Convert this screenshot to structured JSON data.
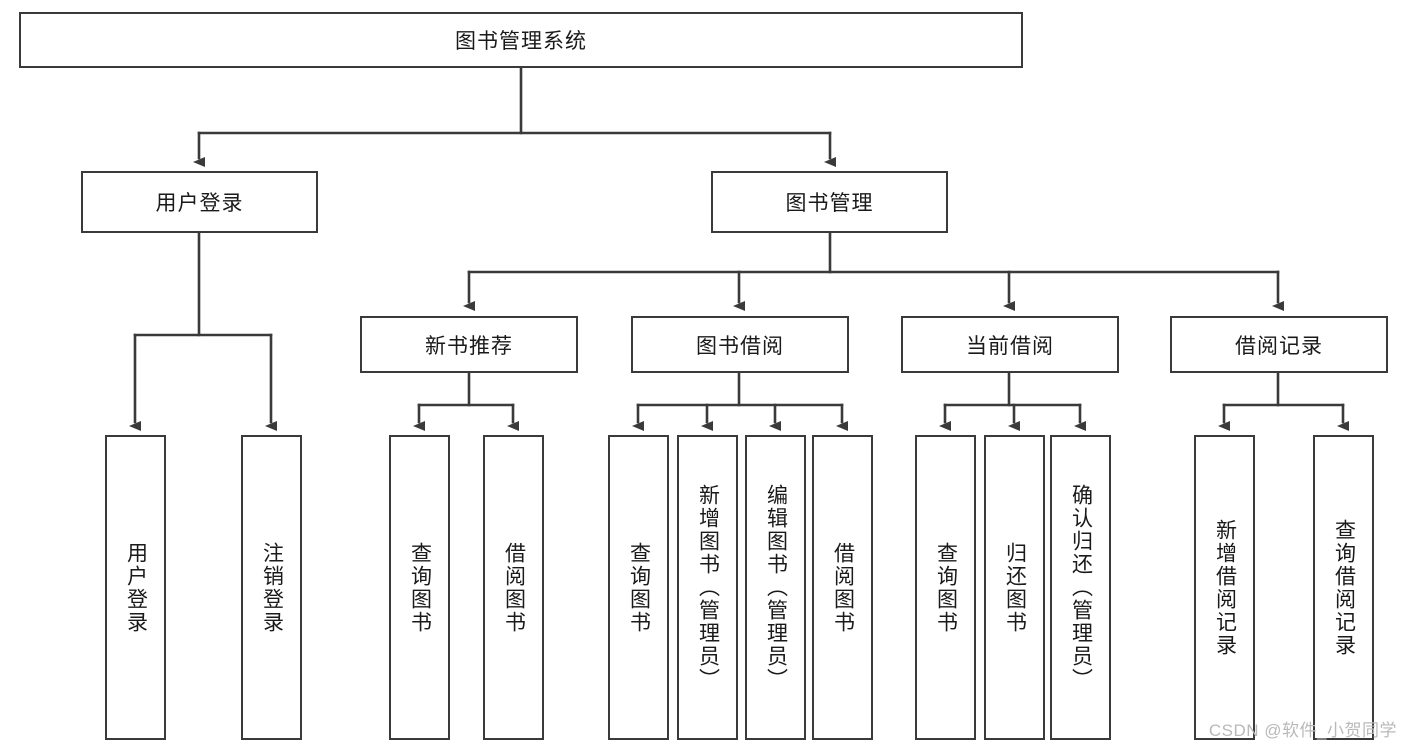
{
  "diagram": {
    "title": "图书管理系统",
    "type": "tree-hierarchy-diagram",
    "root": {
      "id": "root",
      "label": "图书管理系统"
    },
    "level2": [
      {
        "id": "user-login",
        "label": "用户登录"
      },
      {
        "id": "book-manage",
        "label": "图书管理"
      }
    ],
    "level3": [
      {
        "id": "new-book-rec",
        "label": "新书推荐",
        "parent": "book-manage"
      },
      {
        "id": "book-borrow",
        "label": "图书借阅",
        "parent": "book-manage"
      },
      {
        "id": "current-borrow",
        "label": "当前借阅",
        "parent": "book-manage"
      },
      {
        "id": "borrow-record",
        "label": "借阅记录",
        "parent": "book-manage"
      }
    ],
    "leaves": [
      {
        "id": "leaf-user-login",
        "label": "用户登录",
        "parent": "user-login"
      },
      {
        "id": "leaf-logout-login",
        "label": "注销登录",
        "parent": "user-login"
      },
      {
        "id": "leaf-query-book-1",
        "label": "查询图书",
        "parent": "new-book-rec"
      },
      {
        "id": "leaf-borrow-book-1",
        "label": "借阅图书",
        "parent": "new-book-rec"
      },
      {
        "id": "leaf-query-book-2",
        "label": "查询图书",
        "parent": "book-borrow"
      },
      {
        "id": "leaf-add-book",
        "label": "新增图书（管理员）",
        "parent": "book-borrow"
      },
      {
        "id": "leaf-edit-book",
        "label": "编辑图书（管理员）",
        "parent": "book-borrow"
      },
      {
        "id": "leaf-borrow-book-2",
        "label": "借阅图书",
        "parent": "book-borrow"
      },
      {
        "id": "leaf-query-book-3",
        "label": "查询图书",
        "parent": "current-borrow"
      },
      {
        "id": "leaf-return-book",
        "label": "归还图书",
        "parent": "current-borrow"
      },
      {
        "id": "leaf-confirm-return",
        "label": "确认归还（管理员）",
        "parent": "current-borrow"
      },
      {
        "id": "leaf-add-record",
        "label": "新增借阅记录",
        "parent": "borrow-record"
      },
      {
        "id": "leaf-query-record",
        "label": "查询借阅记录",
        "parent": "borrow-record"
      }
    ],
    "colors": {
      "background": "#ffffff",
      "box_border": "#3a3a3a",
      "box_fill": "#ffffff",
      "connector": "#3a3a3a",
      "text": "#1a1a1a",
      "watermark": "#b9b9b9"
    }
  },
  "watermark": {
    "text": "CSDN @软件_小贺同学"
  }
}
